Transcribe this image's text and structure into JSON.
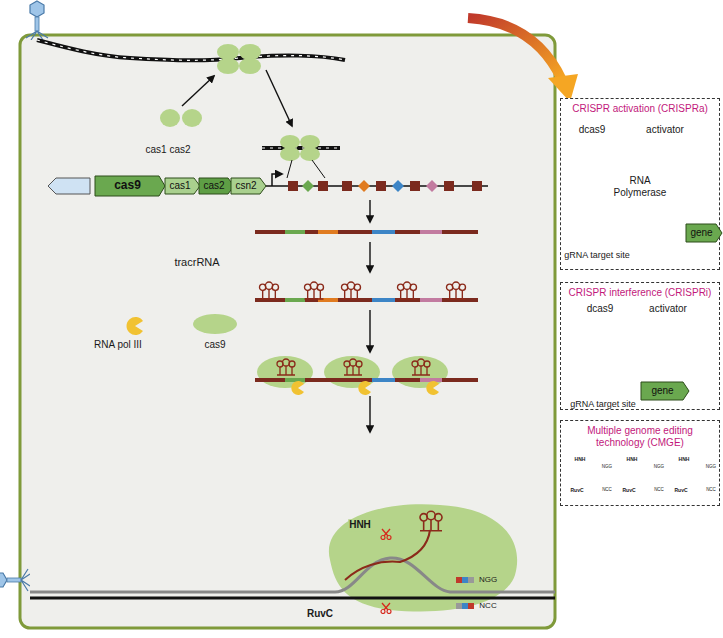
{
  "diagram": {
    "nodes": [
      {
        "text": [
          "cas9"
        ]
      },
      {
        "text": [
          "cas1"
        ]
      },
      {
        "text": [
          "cas2"
        ]
      },
      {
        "text": [
          "csn2"
        ]
      },
      {
        "text": [
          "CRISPR activation (CRISPRa)"
        ]
      },
      {
        "text": [
          "gene"
        ],
        "in": 4
      },
      {
        "text": [
          "CRISPR interference (CRISPRi)"
        ]
      },
      {
        "text": [
          "gene"
        ],
        "in": 6
      },
      {
        "text": [
          "Multiple genome editing technology (CMGE)"
        ]
      }
    ],
    "labels": [
      "cas1 cas2",
      "tracrRNA",
      "RNA pol III",
      "cas9",
      "HNH",
      "RuvC",
      "NGG",
      "NCC",
      "dcas9",
      "activator",
      "RNA Polymerase",
      "gRNA target site",
      "dcas9",
      "activator",
      "gRNA target site",
      "HNH",
      "RuvC",
      "NGG",
      "NCC",
      "HNH",
      "RuvC",
      "NGG",
      "NCC",
      "HNH",
      "RuvC",
      "NGG",
      "NCC"
    ]
  }
}
